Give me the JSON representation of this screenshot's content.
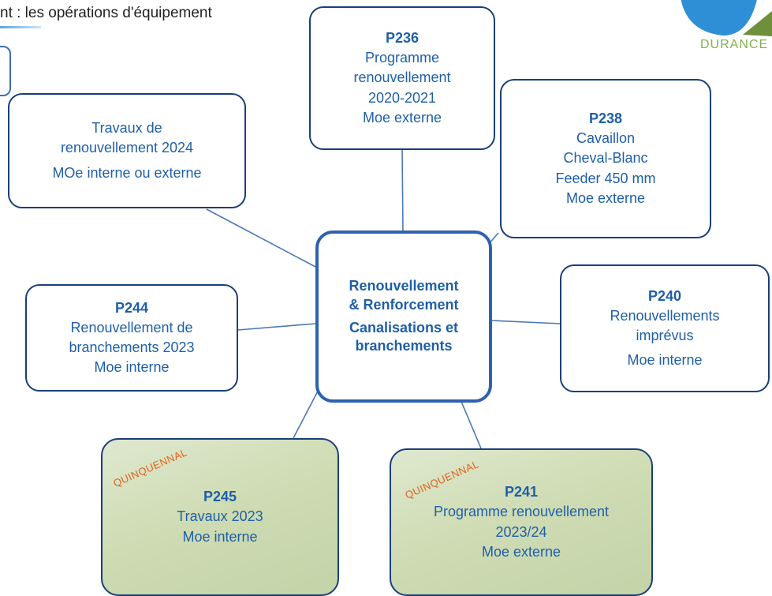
{
  "header": {
    "title": "nt : les opérations d'équipement"
  },
  "logo": {
    "text": "DURANCE -"
  },
  "center": {
    "line1": "Renouvellement",
    "line2": "& Renforcement",
    "line3": "Canalisations et",
    "line4": "branchements"
  },
  "nodes": {
    "travaux2024": {
      "line1": "Travaux de",
      "line2": "renouvellement 2024",
      "line3": "MOe interne ou externe"
    },
    "p236": {
      "code": "P236",
      "line1": "Programme",
      "line2": "renouvellement",
      "line3": "2020-2021",
      "line4": "Moe externe"
    },
    "p238": {
      "code": "P238",
      "line1": "Cavaillon",
      "line2": "Cheval-Blanc",
      "line3": "Feeder  450 mm",
      "line4": "Moe externe"
    },
    "p244": {
      "code": "P244",
      "line1": "Renouvellement de",
      "line2": "branchements 2023",
      "line3": "Moe interne"
    },
    "p240": {
      "code": "P240",
      "line1": "Renouvellements",
      "line2": "imprévus",
      "line3": "Moe interne"
    },
    "p245": {
      "stamp": "QUINQUENNAL",
      "code": "P245",
      "line1": "Travaux 2023",
      "line2": "Moe interne"
    },
    "p241": {
      "stamp": "QUINQUENNAL",
      "code": "P241",
      "line1": "Programme renouvellement",
      "line2": "2023/24",
      "line3": "Moe externe"
    }
  },
  "colors": {
    "text_blue": "#1f5fa8",
    "border_navy": "#1a3f7a",
    "center_border": "#2d62b0",
    "quinquennal_fill": "#cfdcb4",
    "stamp_orange": "#e0641e",
    "logo_green": "#7fb14a",
    "logo_blue": "#2f8fd6"
  }
}
